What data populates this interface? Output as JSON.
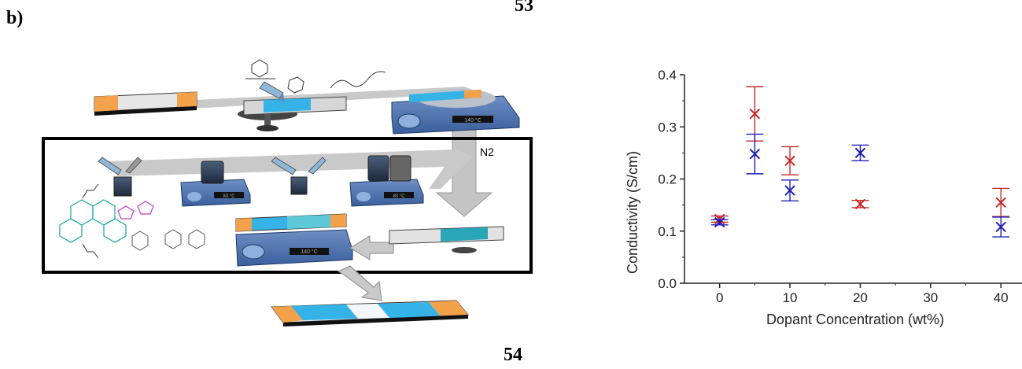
{
  "panel_label": "b)",
  "ref_top": "53",
  "ref_bottom": "54",
  "diagram": {
    "n2_label": "N2",
    "hotplate_temp_1": "140 °C",
    "hotplate_temp_2": "80 °C",
    "hotplate_temp_3": "80 °C",
    "hotplate_temp_4": "140 °C"
  },
  "chart_data": {
    "type": "scatter",
    "xlabel": "Dopant Concentration (wt%)",
    "ylabel": "Conductivity (S/cm)",
    "xlim": [
      -5,
      43
    ],
    "ylim": [
      0.0,
      0.4
    ],
    "xticks": [
      "0",
      "10",
      "20",
      "30",
      "40"
    ],
    "yticks": [
      "0.0",
      "0.1",
      "0.2",
      "0.3",
      "0.4"
    ],
    "series": [
      {
        "color": "#c62828",
        "points": [
          {
            "x": 0,
            "y": 0.123,
            "err": 0.006
          },
          {
            "x": 5,
            "y": 0.325,
            "err": 0.052
          },
          {
            "x": 10,
            "y": 0.235,
            "err": 0.027
          },
          {
            "x": 20,
            "y": 0.152,
            "err": 0.007
          },
          {
            "x": 40,
            "y": 0.155,
            "err": 0.027
          }
        ]
      },
      {
        "color": "#1f1fb4",
        "points": [
          {
            "x": 0,
            "y": 0.117,
            "err": 0.005
          },
          {
            "x": 5,
            "y": 0.248,
            "err": 0.038
          },
          {
            "x": 10,
            "y": 0.178,
            "err": 0.02
          },
          {
            "x": 20,
            "y": 0.25,
            "err": 0.015
          },
          {
            "x": 40,
            "y": 0.108,
            "err": 0.019
          }
        ]
      }
    ],
    "grid": false
  }
}
